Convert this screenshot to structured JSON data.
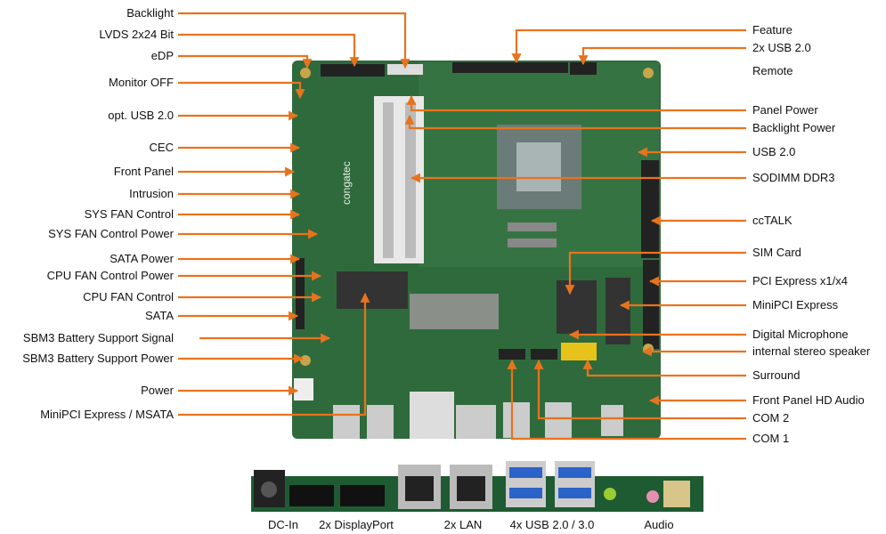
{
  "colors": {
    "callout": "#E8731E",
    "board": "#2f6a3c",
    "board_dark": "#1f4f2c"
  },
  "left_labels": [
    "Backlight",
    "LVDS 2x24 Bit",
    "eDP",
    "Monitor OFF",
    "opt. USB 2.0",
    "CEC",
    "Front Panel",
    "Intrusion",
    "SYS FAN Control",
    "SYS FAN Control Power",
    "SATA Power",
    "CPU FAN Control Power",
    "CPU FAN Control",
    "SATA",
    "SBM3 Battery Support Signal",
    "SBM3 Battery Support Power",
    "Power",
    "MiniPCI Express / MSATA"
  ],
  "right_labels": [
    "Feature",
    "2x USB 2.0",
    "Remote",
    "Panel Power",
    "Backlight Power",
    "USB 2.0",
    "SODIMM DDR3",
    "ccTALK",
    "SIM Card",
    "PCI Express x1/x4",
    "MiniPCI Express",
    "Digital Microphone",
    "internal stereo speaker",
    "Surround",
    "Front Panel HD Audio",
    "COM 2",
    "COM 1"
  ],
  "bottom_labels": [
    "DC-In",
    "2x DisplayPort",
    "2x LAN",
    "4x USB 2.0 / 3.0",
    "Audio"
  ],
  "board_brand": "congatec"
}
